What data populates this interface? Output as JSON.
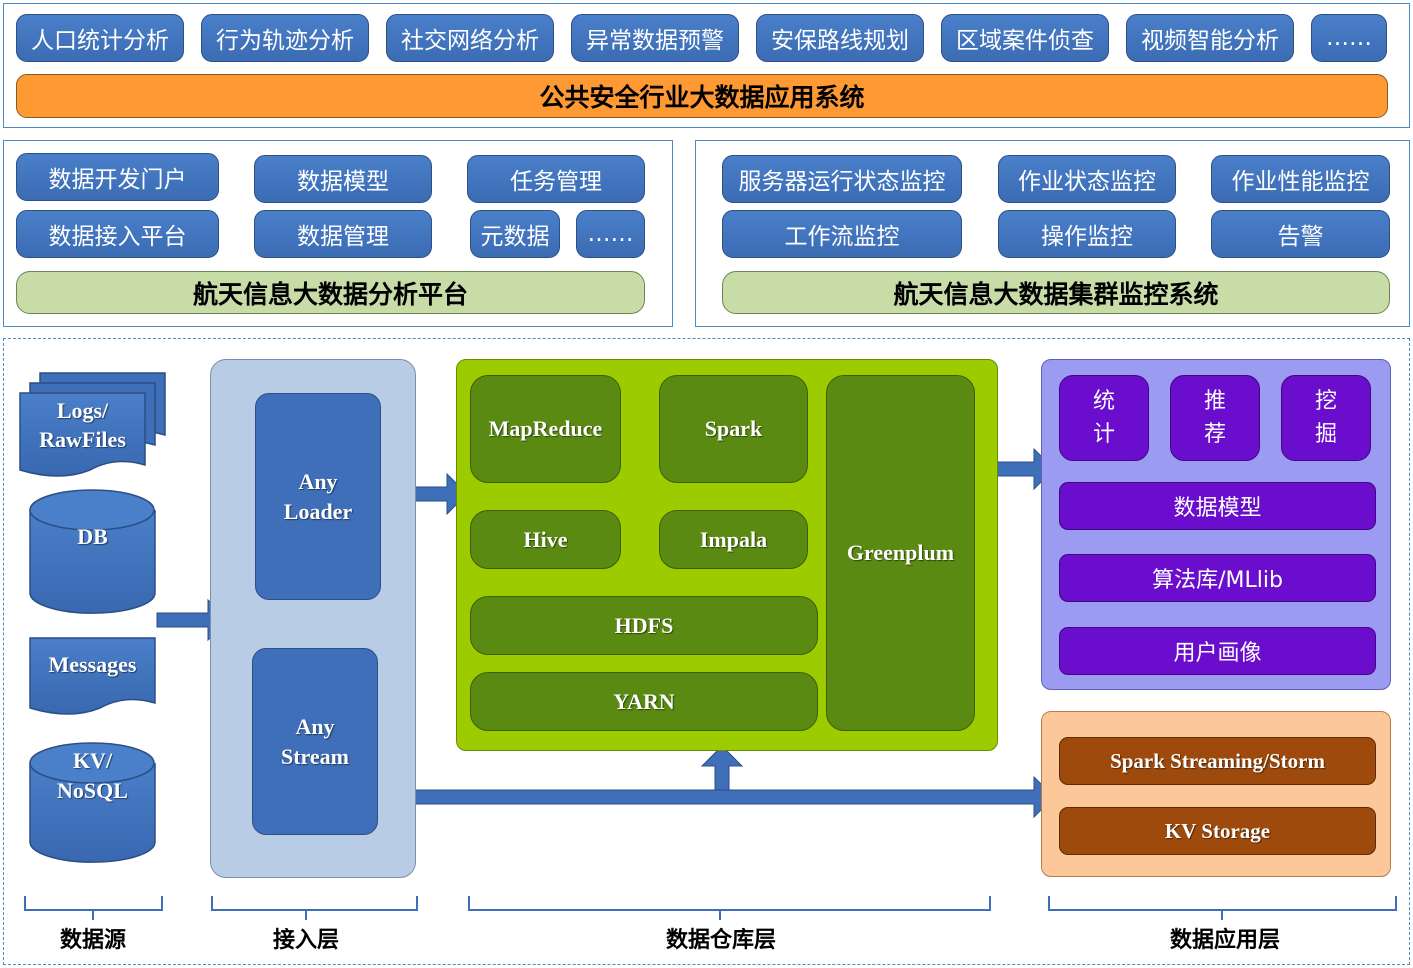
{
  "top": {
    "apps": [
      "人口统计分析",
      "行为轨迹分析",
      "社交网络分析",
      "异常数据预警",
      "安保路线规划",
      "区域案件侦查",
      "视频智能分析",
      "……"
    ],
    "banner": "公共安全行业大数据应用系统"
  },
  "platform": {
    "row1": [
      "数据开发门户",
      "数据模型",
      "任务管理"
    ],
    "row2": [
      "数据接入平台",
      "数据管理",
      "元数据",
      "……"
    ],
    "banner": "航天信息大数据分析平台"
  },
  "monitor": {
    "row1": [
      "服务器运行状态监控",
      "作业状态监控",
      "作业性能监控"
    ],
    "row2": [
      "工作流监控",
      "操作监控",
      "告警"
    ],
    "banner": "航天信息大数据集群监控系统"
  },
  "sources": {
    "logs_line1": "Logs/",
    "logs_line2": "RawFiles",
    "db": "DB",
    "messages": "Messages",
    "kv_line1": "KV/",
    "kv_line2": "NoSQL"
  },
  "access": {
    "loader_line1": "Any",
    "loader_line2": "Loader",
    "stream_line1": "Any",
    "stream_line2": "Stream"
  },
  "warehouse": {
    "mapreduce": "MapReduce",
    "spark": "Spark",
    "hive": "Hive",
    "impala": "Impala",
    "hdfs": "HDFS",
    "yarn": "YARN",
    "greenplum": "Greenplum"
  },
  "application": {
    "stat_line1": "统",
    "stat_line2": "计",
    "rec_line1": "推",
    "rec_line2": "荐",
    "mine_line1": "挖",
    "mine_line2": "掘",
    "model": "数据模型",
    "mllib": "算法库/MLlib",
    "portrait": "用户画像",
    "streaming": "Spark Streaming/Storm",
    "kv": "KV Storage"
  },
  "layers": [
    "数据源",
    "接入层",
    "数据仓库层",
    "数据应用层"
  ],
  "colors": {
    "frame_border": "#4a8cc6",
    "blue_box": "#3e6fb8",
    "orange_banner": "#ff9933",
    "light_green_banner": "#c8dca8",
    "warehouse_green": "#9ccc00",
    "warehouse_box": "#5a8a12",
    "app_panel": "#9b9bf2",
    "app_box": "#6a0dcc",
    "stream_panel": "#fcc899",
    "stream_box": "#9e4a0c",
    "access_panel": "#b9cce5"
  }
}
